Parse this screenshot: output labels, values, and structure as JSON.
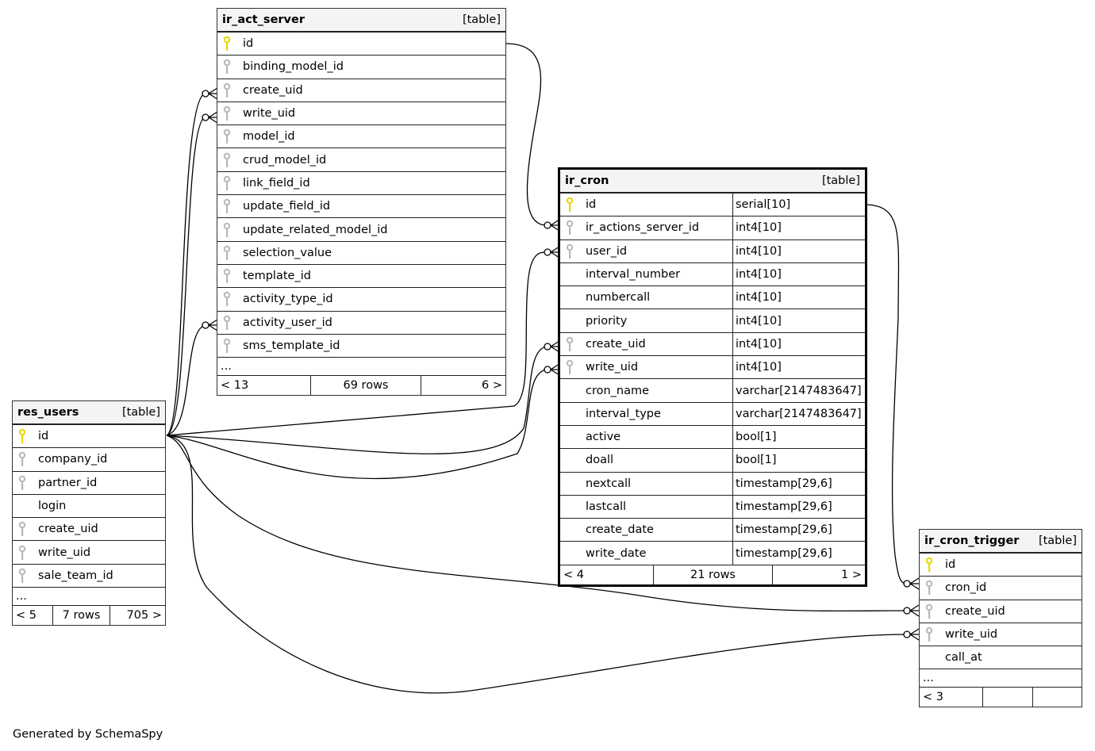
{
  "footer_note": "Generated by SchemaSpy",
  "tables": {
    "ir_act_server": {
      "name": "ir_act_server",
      "kind": "[table]",
      "columns": [
        {
          "name": "id",
          "key": "primary"
        },
        {
          "name": "binding_model_id",
          "key": "foreign"
        },
        {
          "name": "create_uid",
          "key": "foreign"
        },
        {
          "name": "write_uid",
          "key": "foreign"
        },
        {
          "name": "model_id",
          "key": "foreign"
        },
        {
          "name": "crud_model_id",
          "key": "foreign"
        },
        {
          "name": "link_field_id",
          "key": "foreign"
        },
        {
          "name": "update_field_id",
          "key": "foreign"
        },
        {
          "name": "update_related_model_id",
          "key": "foreign"
        },
        {
          "name": "selection_value",
          "key": "foreign"
        },
        {
          "name": "template_id",
          "key": "foreign"
        },
        {
          "name": "activity_type_id",
          "key": "foreign"
        },
        {
          "name": "activity_user_id",
          "key": "foreign"
        },
        {
          "name": "sms_template_id",
          "key": "foreign"
        }
      ],
      "ellipsis": "...",
      "footer": {
        "parents": "< 13",
        "rows": "69 rows",
        "children": "6 >"
      }
    },
    "ir_cron": {
      "name": "ir_cron",
      "kind": "[table]",
      "columns": [
        {
          "name": "id",
          "type": "serial[10]",
          "key": "primary"
        },
        {
          "name": "ir_actions_server_id",
          "type": "int4[10]",
          "key": "foreign"
        },
        {
          "name": "user_id",
          "type": "int4[10]",
          "key": "foreign"
        },
        {
          "name": "interval_number",
          "type": "int4[10]",
          "key": "none"
        },
        {
          "name": "numbercall",
          "type": "int4[10]",
          "key": "none"
        },
        {
          "name": "priority",
          "type": "int4[10]",
          "key": "none"
        },
        {
          "name": "create_uid",
          "type": "int4[10]",
          "key": "foreign"
        },
        {
          "name": "write_uid",
          "type": "int4[10]",
          "key": "foreign"
        },
        {
          "name": "cron_name",
          "type": "varchar[2147483647]",
          "key": "none"
        },
        {
          "name": "interval_type",
          "type": "varchar[2147483647]",
          "key": "none"
        },
        {
          "name": "active",
          "type": "bool[1]",
          "key": "none"
        },
        {
          "name": "doall",
          "type": "bool[1]",
          "key": "none"
        },
        {
          "name": "nextcall",
          "type": "timestamp[29,6]",
          "key": "none"
        },
        {
          "name": "lastcall",
          "type": "timestamp[29,6]",
          "key": "none"
        },
        {
          "name": "create_date",
          "type": "timestamp[29,6]",
          "key": "none"
        },
        {
          "name": "write_date",
          "type": "timestamp[29,6]",
          "key": "none"
        }
      ],
      "footer": {
        "parents": "< 4",
        "rows": "21 rows",
        "children": "1 >"
      }
    },
    "res_users": {
      "name": "res_users",
      "kind": "[table]",
      "columns": [
        {
          "name": "id",
          "key": "primary"
        },
        {
          "name": "company_id",
          "key": "foreign"
        },
        {
          "name": "partner_id",
          "key": "foreign"
        },
        {
          "name": "login",
          "key": "none"
        },
        {
          "name": "create_uid",
          "key": "foreign"
        },
        {
          "name": "write_uid",
          "key": "foreign"
        },
        {
          "name": "sale_team_id",
          "key": "foreign"
        }
      ],
      "ellipsis": "...",
      "footer": {
        "parents": "< 5",
        "rows": "7 rows",
        "children": "705 >"
      }
    },
    "ir_cron_trigger": {
      "name": "ir_cron_trigger",
      "kind": "[table]",
      "columns": [
        {
          "name": "id",
          "key": "primary"
        },
        {
          "name": "cron_id",
          "key": "foreign"
        },
        {
          "name": "create_uid",
          "key": "foreign"
        },
        {
          "name": "write_uid",
          "key": "foreign"
        },
        {
          "name": "call_at",
          "key": "none"
        }
      ],
      "ellipsis": "...",
      "footer": {
        "parents": "< 3",
        "rows": "",
        "children": ""
      }
    }
  },
  "relationships": [
    {
      "from": "res_users.id",
      "to": "ir_act_server.create_uid",
      "cardinality": "zero-or-many"
    },
    {
      "from": "res_users.id",
      "to": "ir_act_server.write_uid",
      "cardinality": "zero-or-many"
    },
    {
      "from": "res_users.id",
      "to": "ir_act_server.activity_user_id",
      "cardinality": "zero-or-many"
    },
    {
      "from": "ir_act_server.id",
      "to": "ir_cron.ir_actions_server_id",
      "cardinality": "zero-or-many"
    },
    {
      "from": "res_users.id",
      "to": "ir_cron.user_id",
      "cardinality": "zero-or-many"
    },
    {
      "from": "res_users.id",
      "to": "ir_cron.create_uid",
      "cardinality": "zero-or-many"
    },
    {
      "from": "res_users.id",
      "to": "ir_cron.write_uid",
      "cardinality": "zero-or-many"
    },
    {
      "from": "ir_cron.id",
      "to": "ir_cron_trigger.cron_id",
      "cardinality": "zero-or-many"
    },
    {
      "from": "res_users.id",
      "to": "ir_cron_trigger.create_uid",
      "cardinality": "zero-or-many"
    },
    {
      "from": "res_users.id",
      "to": "ir_cron_trigger.write_uid",
      "cardinality": "zero-or-many"
    }
  ],
  "colors": {
    "primary_key": "#e6d800",
    "foreign_key": "#b8b8b8",
    "header_bg": "#f4f4f4"
  }
}
